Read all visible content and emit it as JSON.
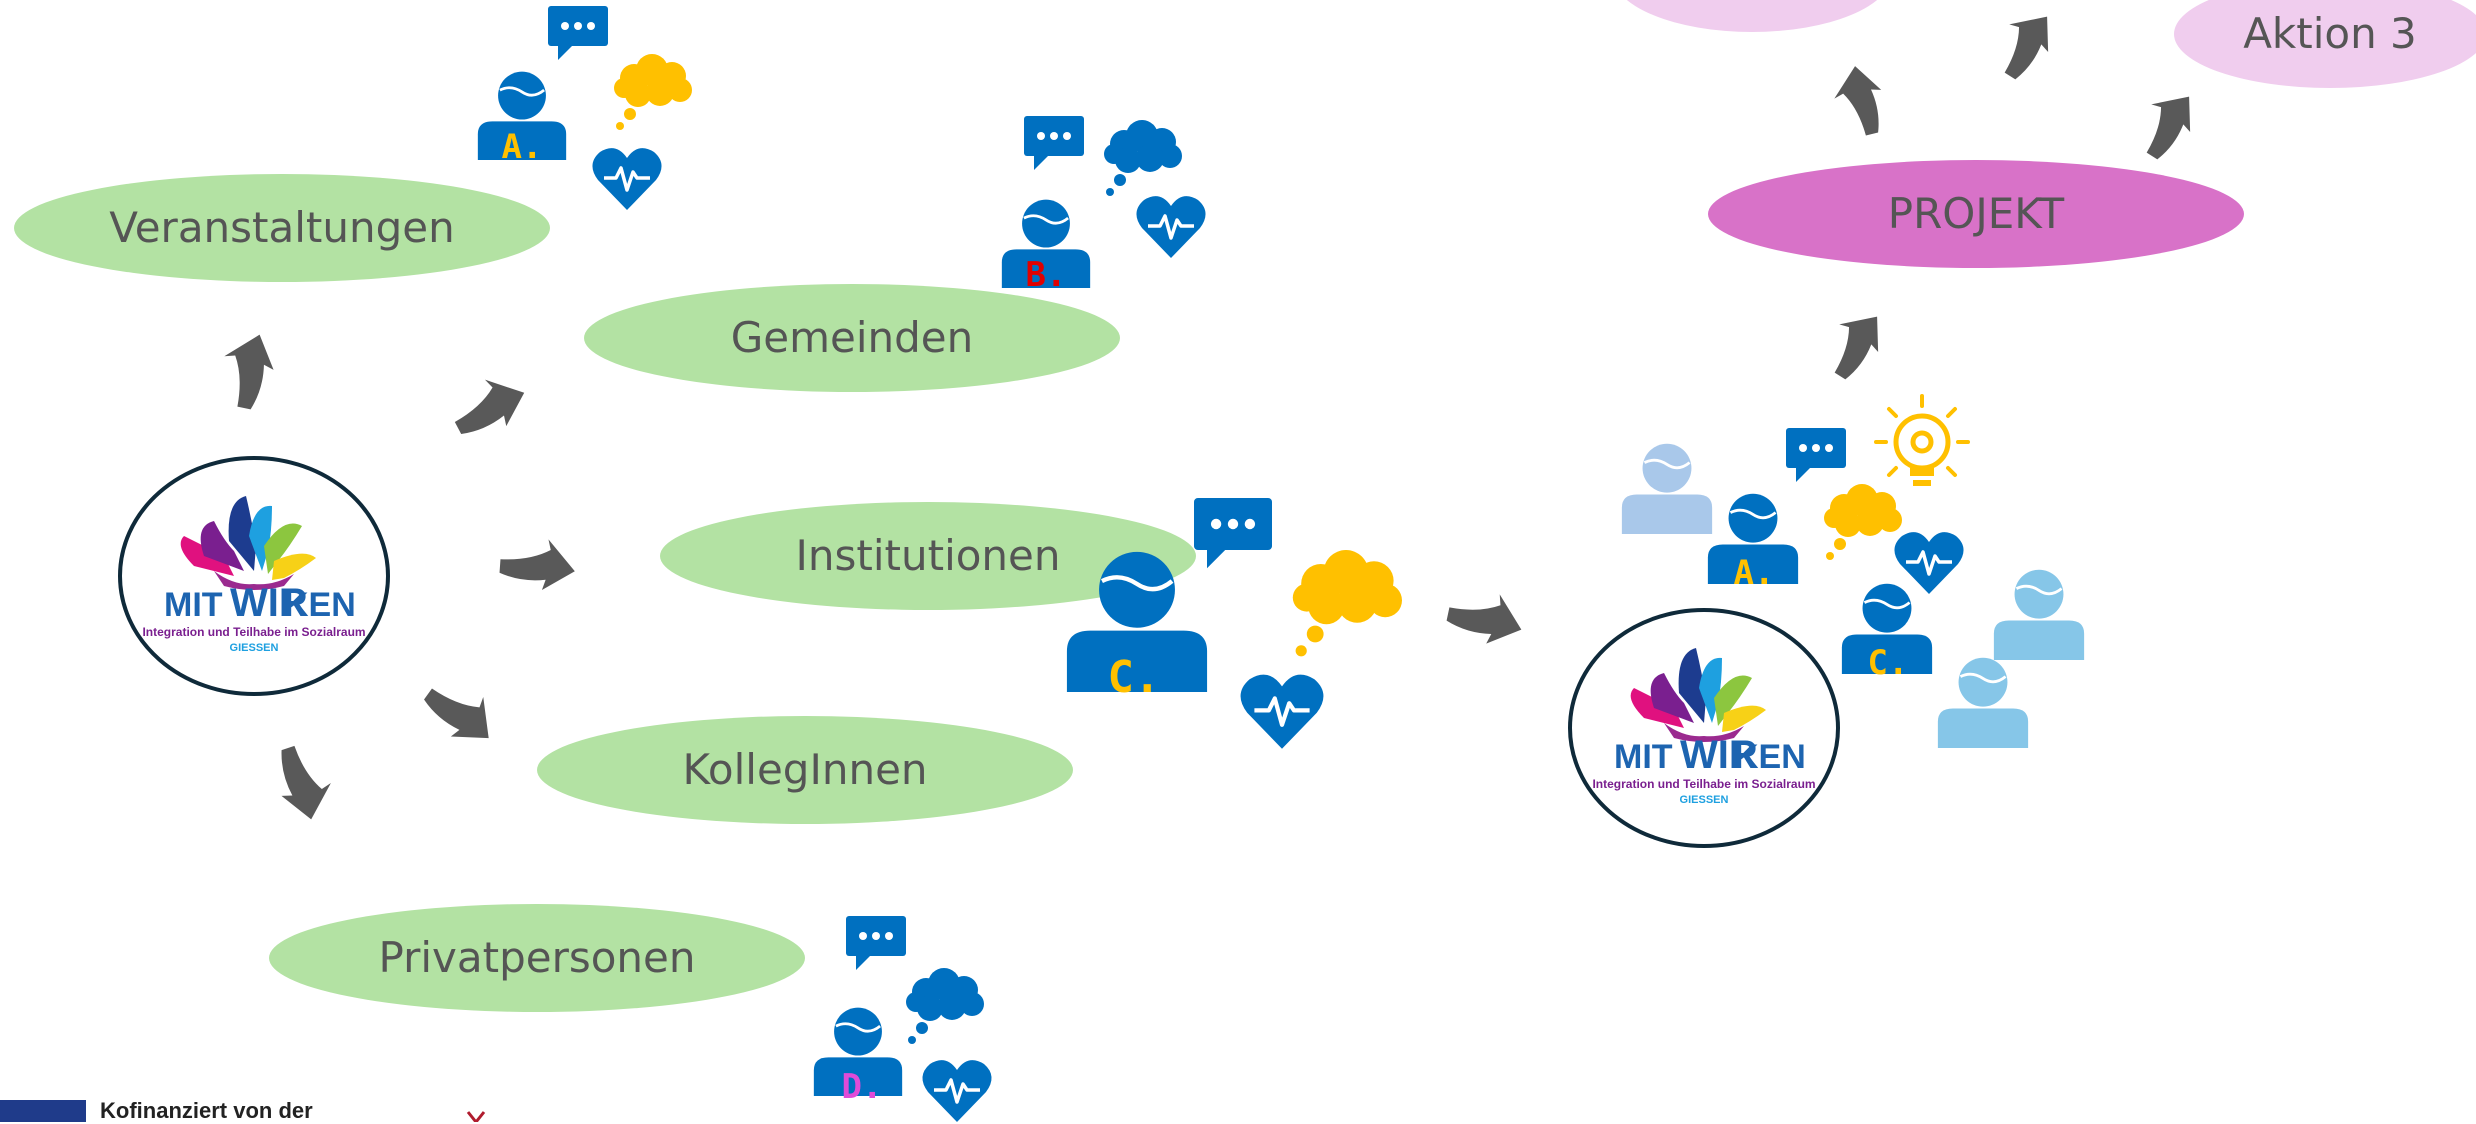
{
  "diagram": {
    "left_categories": [
      {
        "label": "Veranstaltungen"
      },
      {
        "label": "Gemeinden"
      },
      {
        "label": "Institutionen"
      },
      {
        "label": "KollegInnen"
      },
      {
        "label": "Privatpersonen"
      }
    ],
    "project": {
      "label": "PROJEKT"
    },
    "actions": [
      {
        "label": ""
      },
      {
        "label": "Aktion 3"
      }
    ],
    "person_letters": {
      "a": "A.",
      "b": "B.",
      "c": "C.",
      "d": "D.",
      "group_a": "A.",
      "group_c": "C."
    },
    "logo": {
      "word_mit": "MIT",
      "word_wir": "WIR",
      "word_ken": "KEN",
      "subtitle": "Integration und Teilhabe im Sozialraum",
      "city": "GIESSEN"
    },
    "footer": {
      "text": "Kofinanziert von der"
    }
  },
  "colors": {
    "category_fill": "#b3e2a3",
    "project_fill": "#d872c8",
    "action_fill": "#f0cdee",
    "person_blue": "#0070c0",
    "person_light_blue": "#86c6e8",
    "person_pale_blue": "#a9c8ea",
    "thought_yellow": "#ffc000",
    "arrow_gray": "#595959",
    "letter_yellow": "#ffc000",
    "letter_red": "#e00000",
    "letter_pink": "#e04bd8"
  },
  "icons": [
    "person-icon",
    "speech-bubble-icon",
    "thought-cloud-icon",
    "heart-pulse-icon",
    "lightbulb-icon",
    "arrow-icon",
    "raised-hands-logo"
  ]
}
